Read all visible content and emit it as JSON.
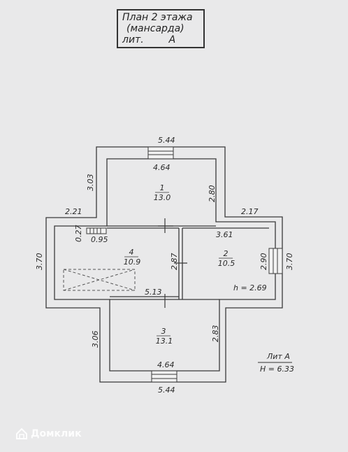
{
  "title": {
    "line1": "План  2  этажа",
    "line2": "(мансарда)",
    "lit_label": "лит.",
    "lit_letter": "А"
  },
  "dimensions": {
    "top_width": "5.44",
    "room1_width": "4.64",
    "room1_left_height": "3.03",
    "room1_right_height": "2.80",
    "left_setback": "2.21",
    "right_setback": "2.17",
    "left_small": "0.27",
    "left_small2": "0.95",
    "left_wing_height": "3.70",
    "right_wing_height": "3.70",
    "room2_width": "3.61",
    "room2_height": "2.90",
    "room4_height": "2.87",
    "middle_width": "5.13",
    "room3_left_height": "3.06",
    "room3_right_height": "2.83",
    "room3_width": "4.64",
    "bottom_width": "5.44"
  },
  "rooms": [
    {
      "number": "1",
      "area": "13.0"
    },
    {
      "number": "2",
      "area": "10.5"
    },
    {
      "number": "3",
      "area": "13.1"
    },
    {
      "number": "4",
      "area": "10.9"
    }
  ],
  "room2_height_note": "h = 2.69",
  "stamp": {
    "lit": "Лит А",
    "height": "H = 6.33"
  },
  "watermark": "Домклик"
}
